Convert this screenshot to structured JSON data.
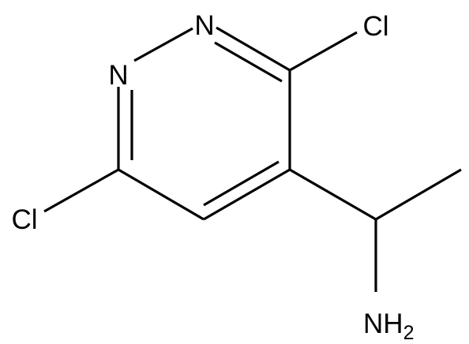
{
  "molecule": {
    "atoms": {
      "n_top": "N",
      "n_left": "N",
      "cl_right": "Cl",
      "cl_left": "Cl",
      "nh2_main": "NH",
      "nh2_sub": "2"
    },
    "colors": {
      "ink": "#000000",
      "background": "#ffffff"
    }
  }
}
